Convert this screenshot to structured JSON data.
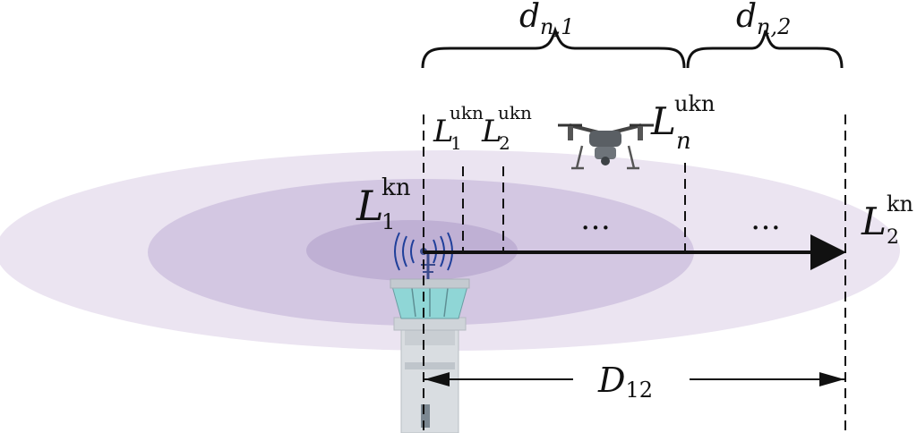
{
  "colors": {
    "outer_ellipse": "#ebe4f1",
    "middle_ellipse": "#d3c7e2",
    "inner_ellipse": "#bfb0d4",
    "line": "#111111",
    "tower_glass": "#8fd6d6",
    "tower_body": "#d2d6da",
    "signal": "#1f3f9a"
  },
  "labels": {
    "d_n1": {
      "base": "d",
      "sub": "n,1"
    },
    "d_n2": {
      "base": "d",
      "sub": "n,2"
    },
    "L1_ukn": {
      "base": "L",
      "sub": "1",
      "sup": "ukn"
    },
    "L2_ukn": {
      "base": "L",
      "sub": "2",
      "sup": "ukn"
    },
    "Ln_ukn": {
      "base": "L",
      "sub": "n",
      "sup": "ukn"
    },
    "L1_kn": {
      "base": "L",
      "sub": "1",
      "sup": "kn"
    },
    "L2_kn": {
      "base": "L",
      "sub": "2",
      "sup": "kn"
    },
    "D12": {
      "base": "D",
      "sub": "12"
    },
    "ellipsis_left": "…",
    "ellipsis_right": "…"
  },
  "icons": {
    "drone": "drone-icon",
    "tower": "control-tower-icon",
    "signal": "radio-signal-icon"
  }
}
